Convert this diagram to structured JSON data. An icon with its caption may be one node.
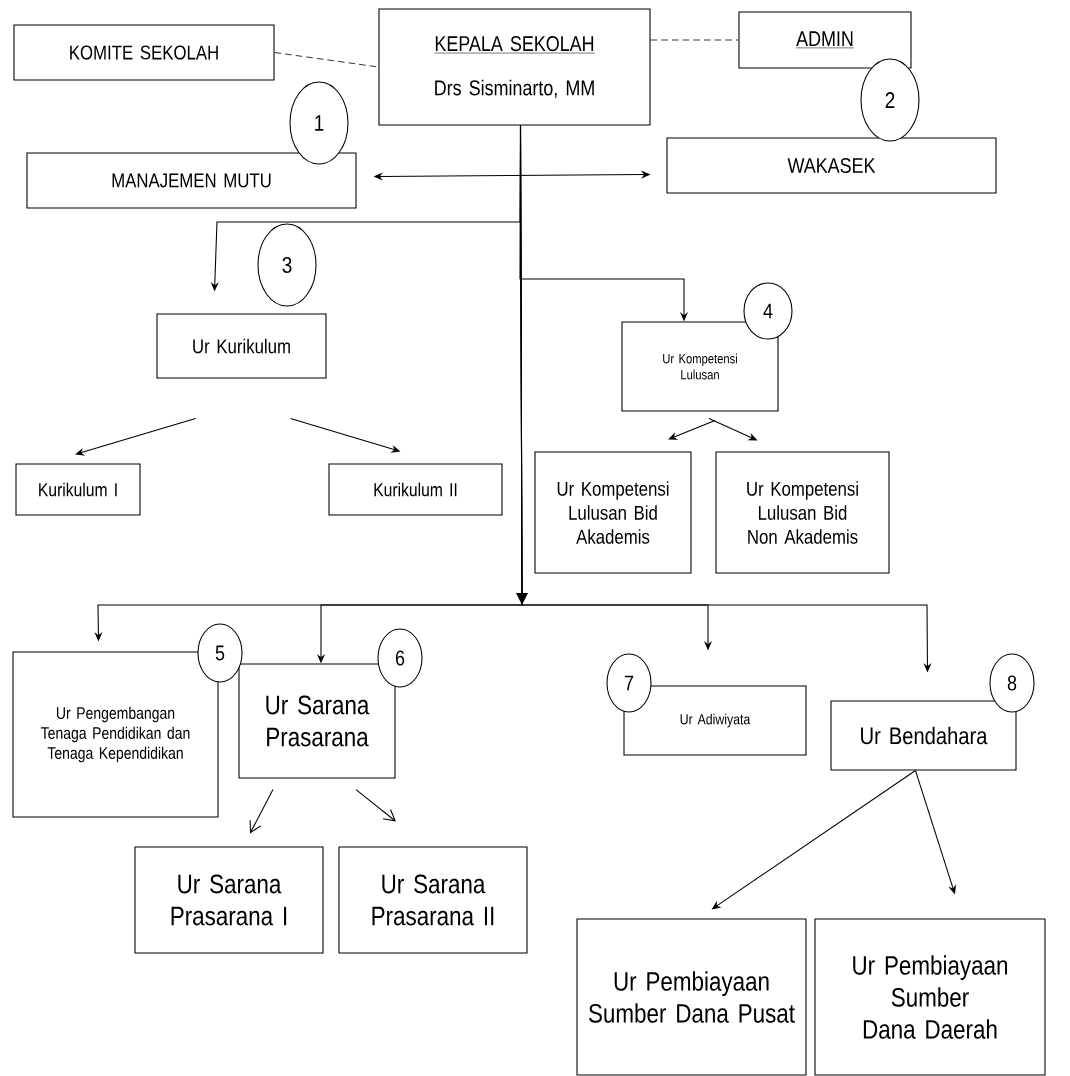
{
  "diagram": {
    "nodes": [
      {
        "text": [
          "KOMITE SEKOLAH"
        ]
      },
      {
        "text": [
          "KEPALA SEKOLAH",
          "Drs Sisminarto, MM"
        ]
      },
      {
        "text": [
          "ADMIN"
        ]
      },
      {
        "text": [
          "1"
        ]
      },
      {
        "text": [
          "2"
        ]
      },
      {
        "text": [
          "MANAJEMEN MUTU"
        ]
      },
      {
        "text": [
          "WAKASEK"
        ]
      },
      {
        "text": [
          "3"
        ]
      },
      {
        "text": [
          "Ur Kurikulum"
        ]
      },
      {
        "text": [
          "4"
        ]
      },
      {
        "text": [
          "Ur Kompetensi Lulusan"
        ]
      },
      {
        "text": [
          "Kurikulum I"
        ]
      },
      {
        "text": [
          "Kurikulum II"
        ]
      },
      {
        "text": [
          "Ur Kompetensi Lulusan Bid Akademis"
        ]
      },
      {
        "text": [
          "Ur Kompetensi Lulusan Bid Non Akademis"
        ]
      },
      {
        "text": [
          "5"
        ]
      },
      {
        "text": [
          "Ur Pengembangan Tenaga Pendidikan dan Tenaga Kependidikan"
        ]
      },
      {
        "text": [
          "6"
        ]
      },
      {
        "text": [
          "Ur Sarana Prasarana"
        ]
      },
      {
        "text": [
          "7"
        ]
      },
      {
        "text": [
          "Ur Adiwiyata"
        ]
      },
      {
        "text": [
          "8"
        ]
      },
      {
        "text": [
          "Ur Bendahara"
        ]
      },
      {
        "text": [
          "Ur Sarana Prasarana I"
        ]
      },
      {
        "text": [
          "Ur Sarana Prasarana II"
        ]
      },
      {
        "text": [
          "Ur Pembiayaan Sumber Dana Pusat"
        ]
      },
      {
        "text": [
          "Ur Pembiayaan Sumber Dana Daerah"
        ]
      }
    ],
    "edges": [
      {
        "from": 0,
        "to": 1,
        "arrow": "none",
        "style": "dashed"
      },
      {
        "from": 1,
        "to": 2,
        "arrow": "none",
        "style": "dashed"
      },
      {
        "from": 5,
        "to": 6,
        "arrow": "both"
      },
      {
        "from": 1,
        "to": 8,
        "arrow": "to"
      },
      {
        "from": 1,
        "to": 10,
        "arrow": "to"
      },
      {
        "from": 1,
        "to": 16,
        "arrow": "to"
      },
      {
        "from": 1,
        "to": 18,
        "arrow": "to"
      },
      {
        "from": 1,
        "to": 20,
        "arrow": "to"
      },
      {
        "from": 1,
        "to": 22,
        "arrow": "to"
      },
      {
        "from": 8,
        "to": 11,
        "arrow": "to"
      },
      {
        "from": 8,
        "to": 12,
        "arrow": "to"
      },
      {
        "from": 10,
        "to": 13,
        "arrow": "to"
      },
      {
        "from": 10,
        "to": 14,
        "arrow": "to"
      },
      {
        "from": 18,
        "to": 23,
        "arrow": "to"
      },
      {
        "from": 18,
        "to": 24,
        "arrow": "to"
      },
      {
        "from": 22,
        "to": 25,
        "arrow": "to"
      },
      {
        "from": 22,
        "to": 26,
        "arrow": "to"
      }
    ]
  }
}
